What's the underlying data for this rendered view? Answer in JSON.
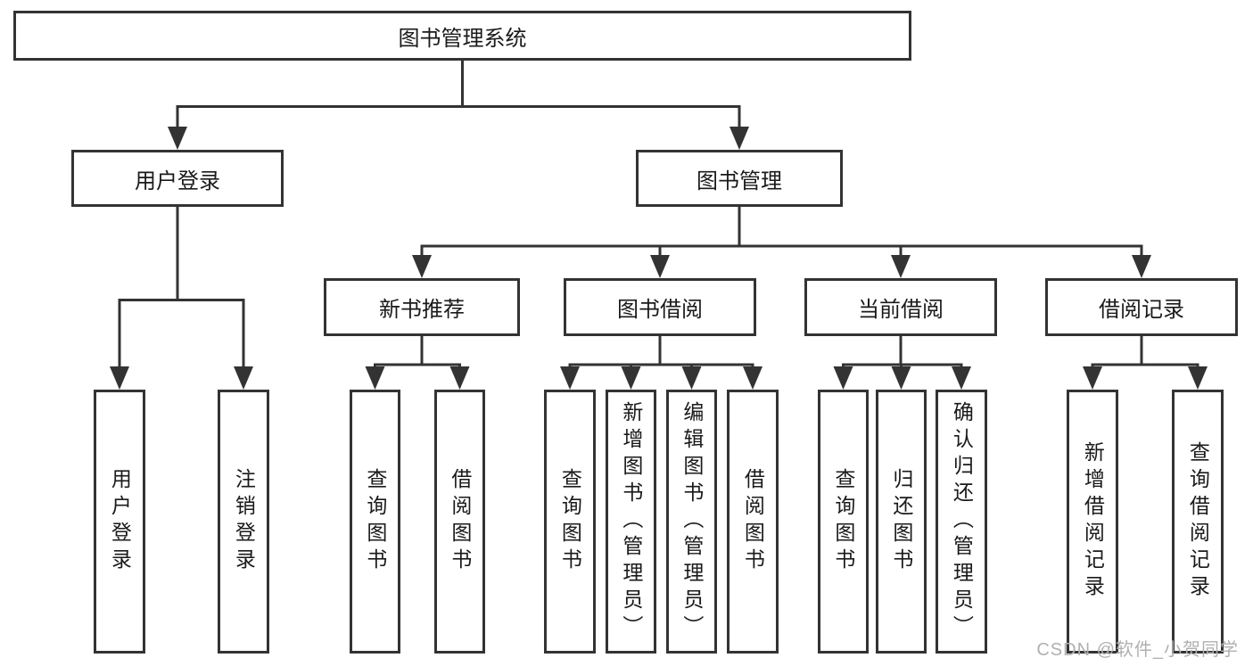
{
  "diagram": {
    "root": {
      "label": "图书管理系统"
    },
    "branches": [
      {
        "label": "用户登录",
        "children": [
          {
            "label": "用户登录"
          },
          {
            "label": "注销登录"
          }
        ]
      },
      {
        "label": "图书管理",
        "children": [
          {
            "label": "新书推荐",
            "children": [
              {
                "label": "查询图书"
              },
              {
                "label": "借阅图书"
              }
            ]
          },
          {
            "label": "图书借阅",
            "children": [
              {
                "label": "查询图书"
              },
              {
                "label": "新增图书（管理员）"
              },
              {
                "label": "编辑图书（管理员）"
              },
              {
                "label": "借阅图书"
              }
            ]
          },
          {
            "label": "当前借阅",
            "children": [
              {
                "label": "查询图书"
              },
              {
                "label": "归还图书"
              },
              {
                "label": "确认归还（管理员）"
              }
            ]
          },
          {
            "label": "借阅记录",
            "children": [
              {
                "label": "新增借阅记录"
              },
              {
                "label": "查询借阅记录"
              }
            ]
          }
        ]
      }
    ]
  },
  "watermark": {
    "text": "CSDN @软件_小贺同学"
  },
  "colors": {
    "line": "#333333",
    "text": "#1a1a1a",
    "watermark": "#b0b0b0",
    "background": "#ffffff"
  }
}
